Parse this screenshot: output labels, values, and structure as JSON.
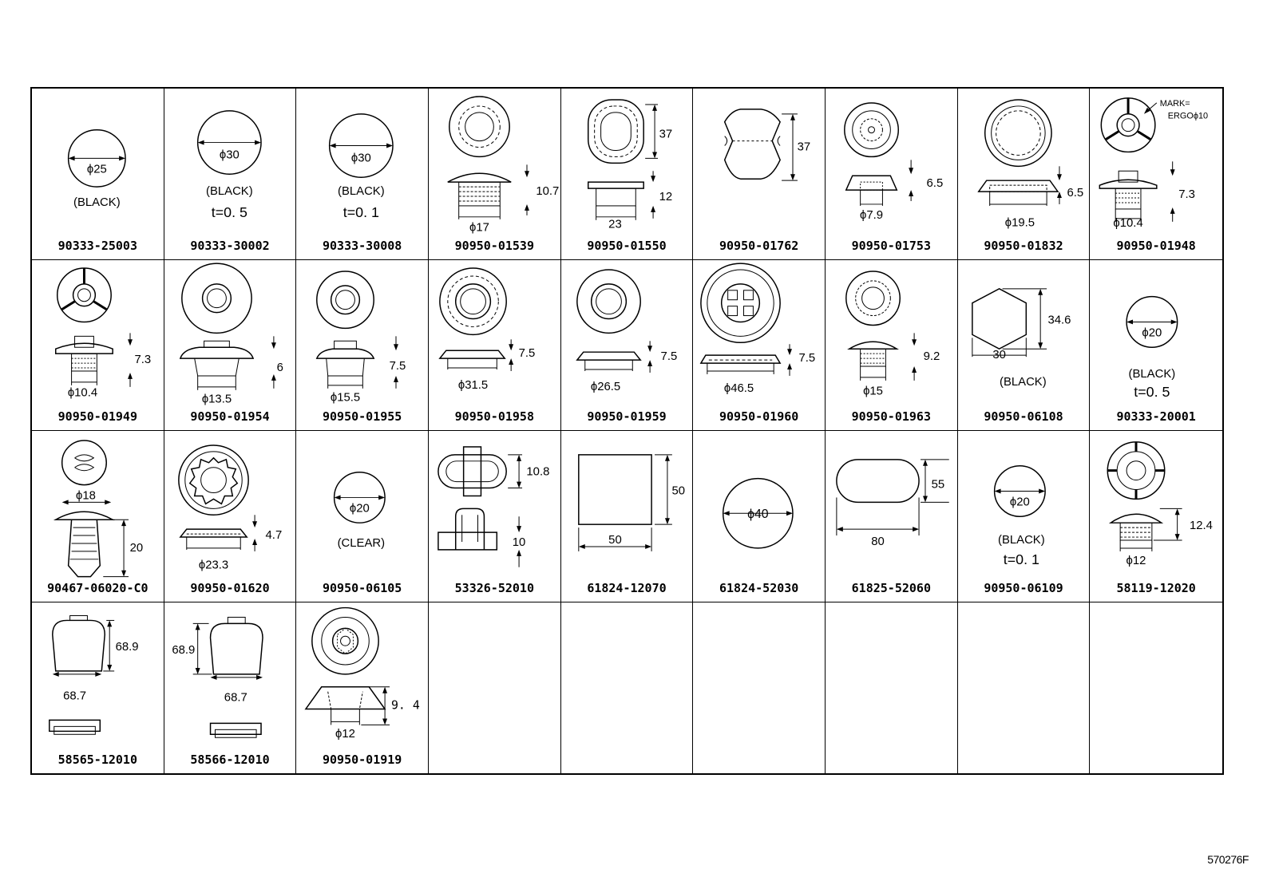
{
  "figure_id": "570276F",
  "cells": [
    {
      "part": "90333-25003",
      "dim1": "ϕ25",
      "note1": "(BLACK)"
    },
    {
      "part": "90333-30002",
      "dim1": "ϕ30",
      "note1": "(BLACK)",
      "note2": "t=0. 5"
    },
    {
      "part": "90333-30008",
      "dim1": "ϕ30",
      "note1": "(BLACK)",
      "note2": "t=0. 1"
    },
    {
      "part": "90950-01539",
      "dim1": "10.7",
      "dim2": "ϕ17"
    },
    {
      "part": "90950-01550",
      "dim1": "37",
      "dim2": "12",
      "dim3": "23"
    },
    {
      "part": "90950-01762",
      "dim1": "37"
    },
    {
      "part": "90950-01753",
      "dim1": "6.5",
      "dim2": "ϕ7.9"
    },
    {
      "part": "90950-01832",
      "dim1": "6.5",
      "dim2": "ϕ19.5"
    },
    {
      "part": "90950-01948",
      "dim1": "7.3",
      "dim2": "ϕ10.4",
      "note1": "MARK=",
      "note2": "ERGOϕ10"
    },
    {
      "part": "90950-01949",
      "dim1": "7.3",
      "dim2": "ϕ10.4"
    },
    {
      "part": "90950-01954",
      "dim1": "6",
      "dim2": "ϕ13.5"
    },
    {
      "part": "90950-01955",
      "dim1": "7.5",
      "dim2": "ϕ15.5"
    },
    {
      "part": "90950-01958",
      "dim1": "7.5",
      "dim2": "ϕ31.5"
    },
    {
      "part": "90950-01959",
      "dim1": "7.5",
      "dim2": "ϕ26.5"
    },
    {
      "part": "90950-01960",
      "dim1": "7.5",
      "dim2": "ϕ46.5"
    },
    {
      "part": "90950-01963",
      "dim1": "9.2",
      "dim2": "ϕ15"
    },
    {
      "part": "90950-06108",
      "dim1": "34.6",
      "dim2": "30",
      "note1": "(BLACK)"
    },
    {
      "part": "90333-20001",
      "dim1": "ϕ20",
      "note1": "(BLACK)",
      "note2": "t=0. 5"
    },
    {
      "part": "90467-06020-C0",
      "dim1": "ϕ18",
      "dim2": "20"
    },
    {
      "part": "90950-01620",
      "dim1": "4.7",
      "dim2": "ϕ23.3"
    },
    {
      "part": "90950-06105",
      "dim1": "ϕ20",
      "note1": "(CLEAR)"
    },
    {
      "part": "53326-52010",
      "dim1": "10.8",
      "dim2": "10"
    },
    {
      "part": "61824-12070",
      "dim1": "50",
      "dim2": "50"
    },
    {
      "part": "61824-52030",
      "dim1": "ϕ40"
    },
    {
      "part": "61825-52060",
      "dim1": "55",
      "dim2": "80"
    },
    {
      "part": "90950-06109",
      "dim1": "ϕ20",
      "note1": "(BLACK)",
      "note2": "t=0. 1"
    },
    {
      "part": "58119-12020",
      "dim1": "12.4",
      "dim2": "ϕ12"
    },
    {
      "part": "58565-12010",
      "dim1": "68.9",
      "dim2": "68.7"
    },
    {
      "part": "58566-12010",
      "dim1": "68.9",
      "dim2": "68.7"
    },
    {
      "part": "90950-01919",
      "dim1": "9. 4",
      "dim2": "ϕ12"
    },
    {
      "part": ""
    },
    {
      "part": ""
    },
    {
      "part": ""
    },
    {
      "part": ""
    },
    {
      "part": ""
    },
    {
      "part": ""
    }
  ]
}
